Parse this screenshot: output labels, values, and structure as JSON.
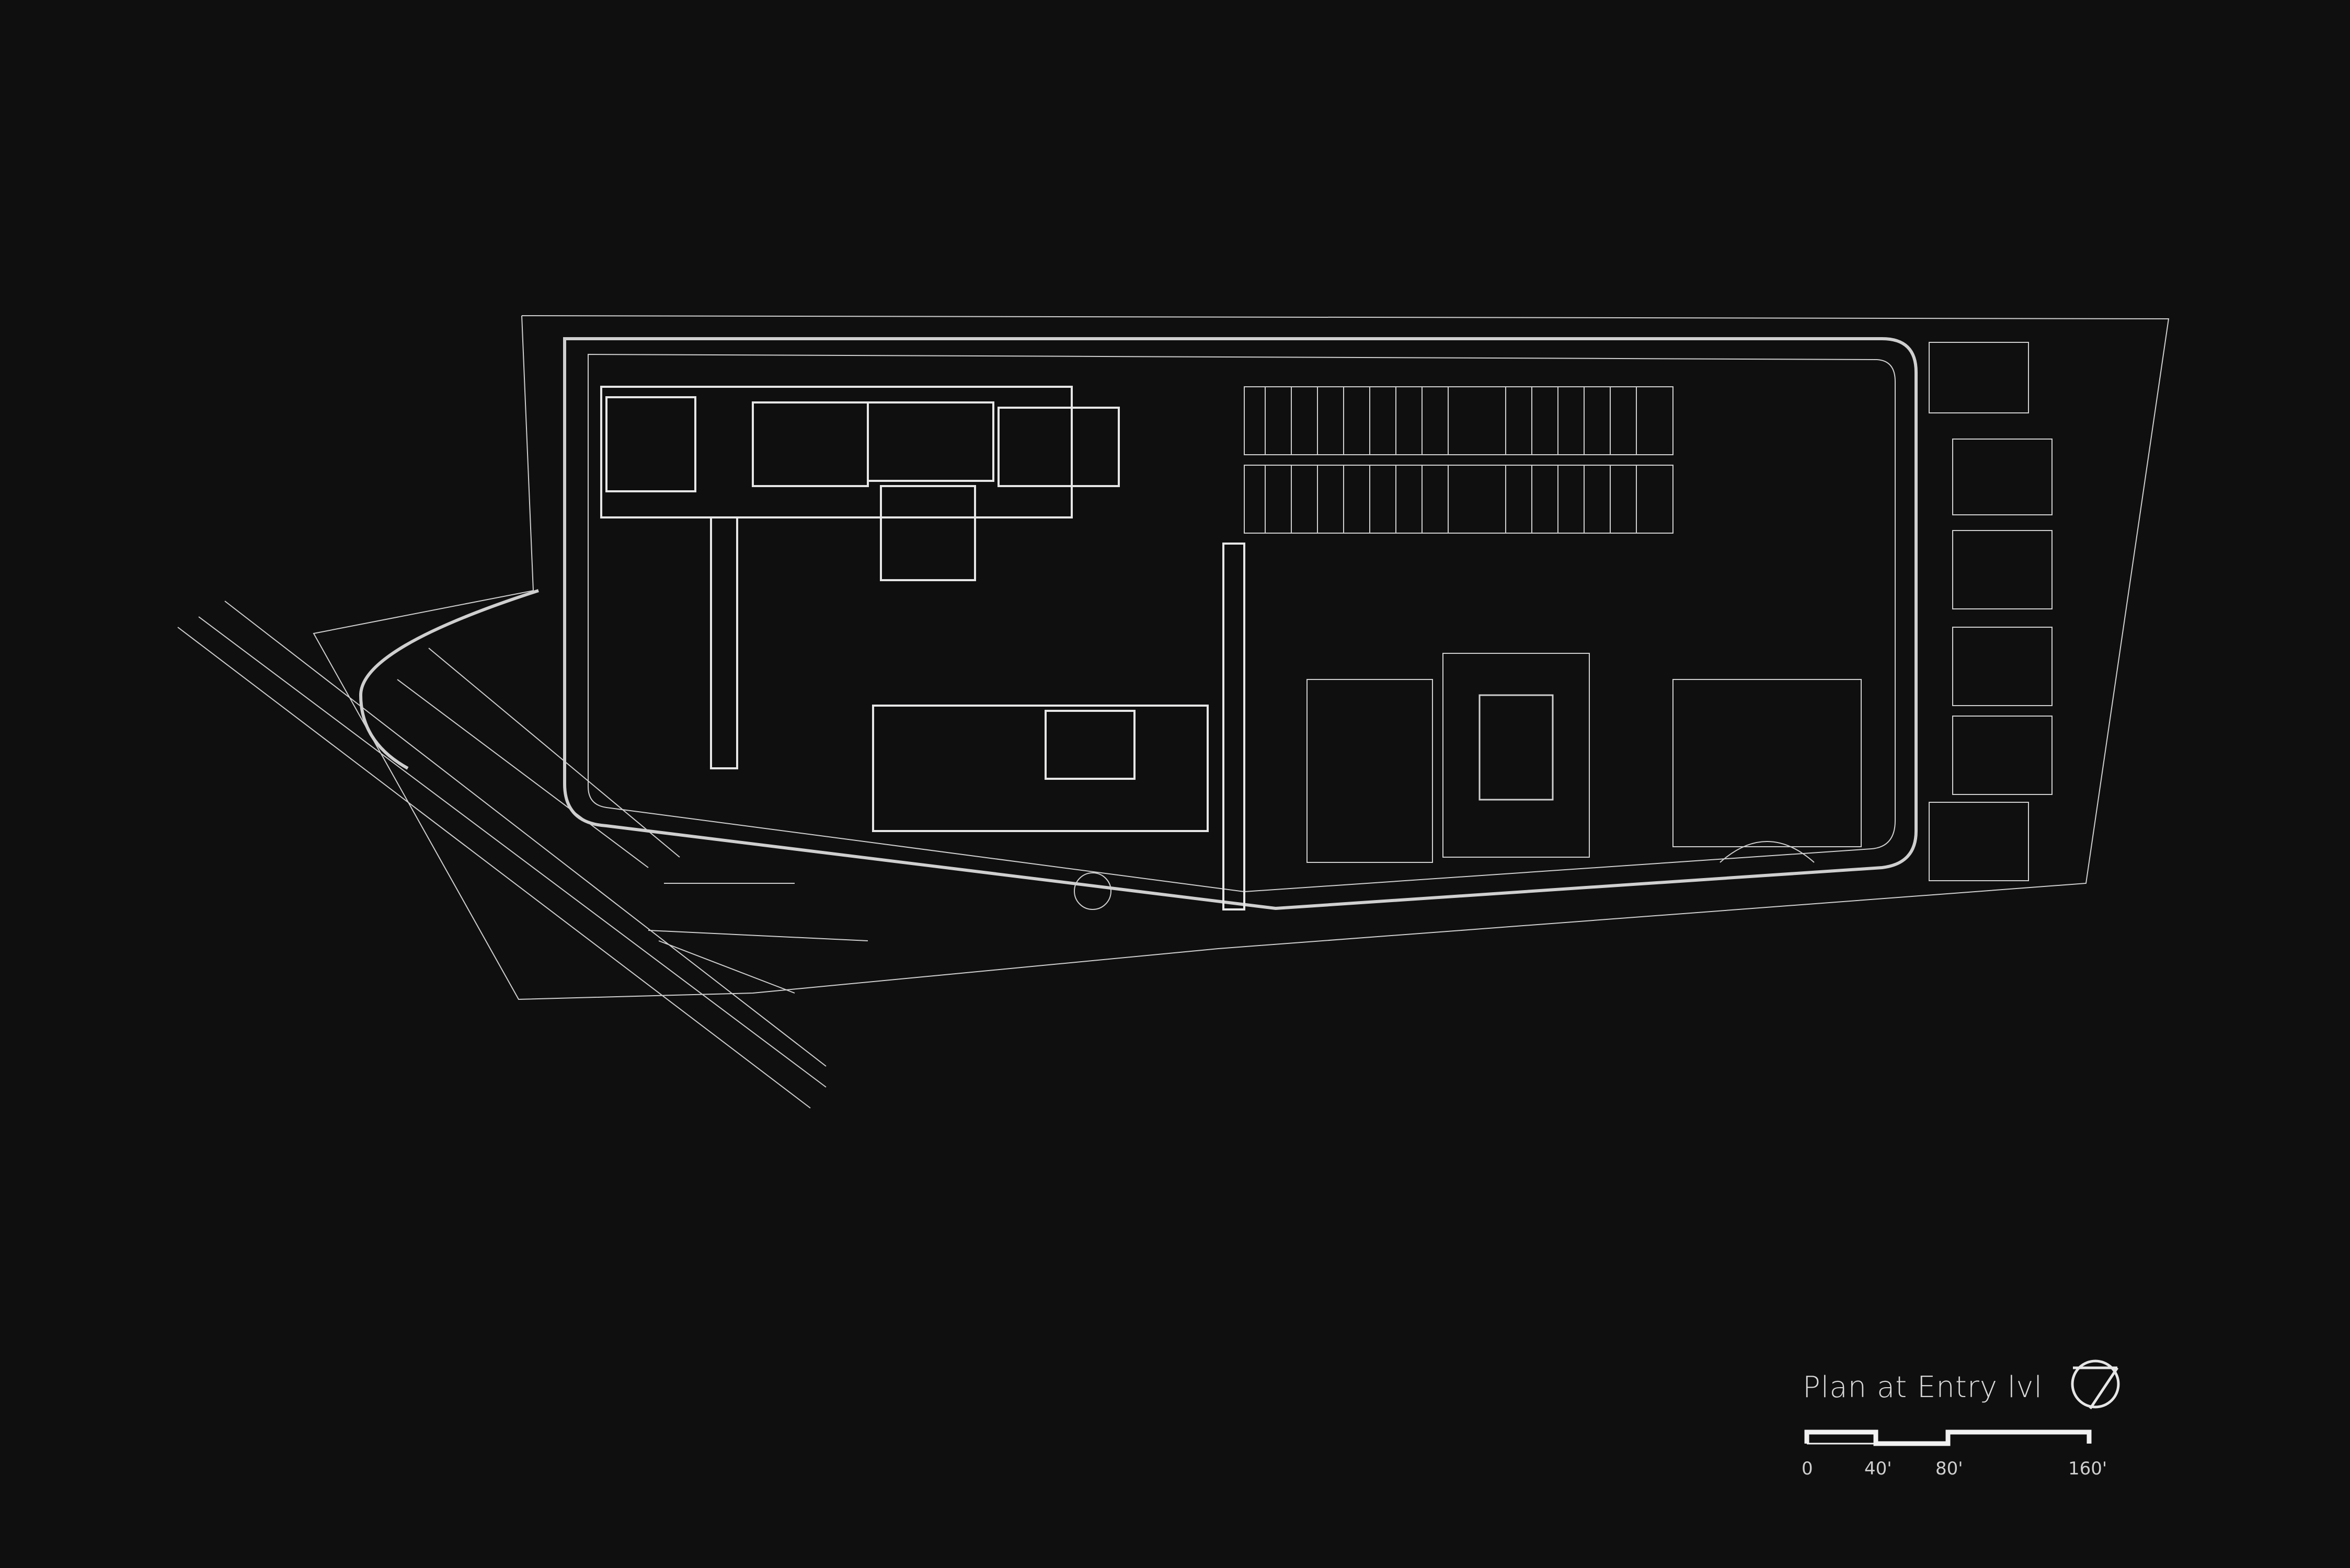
{
  "drawing": {
    "title": "Plan at Entry lvl",
    "background_color": "#0f0f10",
    "line_color": "#d8d8d8",
    "north_arrow": "north-arrow-icon"
  },
  "scale_bar": {
    "ticks": [
      "0",
      "40'",
      "80'",
      "160'"
    ]
  }
}
